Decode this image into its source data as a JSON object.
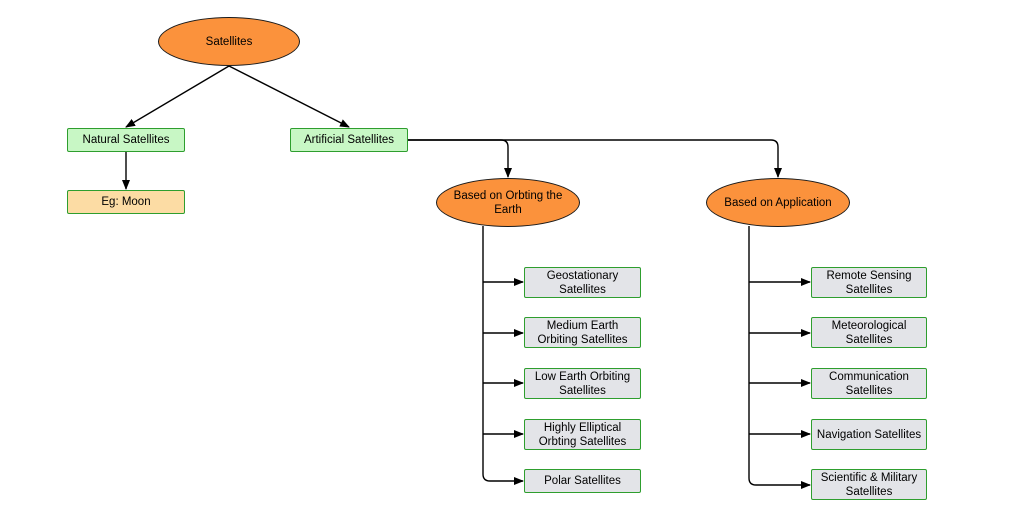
{
  "diagram": {
    "root": {
      "label": "Satellites"
    },
    "natural": {
      "label": "Natural Satellites",
      "example": "Eg: Moon"
    },
    "artificial": {
      "label": "Artificial Satellites",
      "orbit_group": {
        "label": "Based on Orbting the Earth",
        "items": [
          "Geostationary Satellites",
          "Medium Earth Orbiting Satellites",
          "Low Earth Orbiting Satellites",
          "Highly Elliptical Orbting Satellites",
          "Polar Satellites"
        ]
      },
      "application_group": {
        "label": "Based on Application",
        "items": [
          "Remote Sensing Satellites",
          "Meteorological Satellites",
          "Communication Satellites",
          "Navigation Satellites",
          "Scientific & Military Satellites"
        ]
      }
    },
    "colors": {
      "ellipse_fill": "#fb923c",
      "category_fill": "#c8f7c5",
      "example_fill": "#fcdca4",
      "leaf_fill": "#e3e4e8",
      "box_border": "#2e9e2e",
      "connector": "#000000"
    }
  }
}
